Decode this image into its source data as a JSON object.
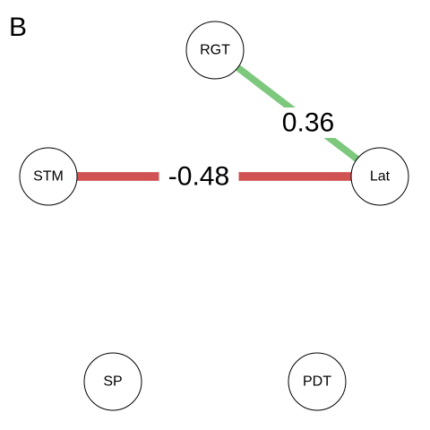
{
  "panel_label": "B",
  "colors": {
    "positive": "#7dc87d",
    "negative": "#d05252",
    "node_fill": "#ffffff",
    "node_stroke": "#000000"
  },
  "nodes": [
    {
      "id": "RGT",
      "label": "RGT"
    },
    {
      "id": "STM",
      "label": "STM"
    },
    {
      "id": "Lat",
      "label": "Lat"
    },
    {
      "id": "SP",
      "label": "SP"
    },
    {
      "id": "PDT",
      "label": "PDT"
    }
  ],
  "edges": [
    {
      "from": "RGT",
      "to": "Lat",
      "weight": 0.36,
      "label": "0.36",
      "sign": "positive"
    },
    {
      "from": "STM",
      "to": "Lat",
      "weight": -0.48,
      "label": "-0.48",
      "sign": "negative"
    }
  ]
}
